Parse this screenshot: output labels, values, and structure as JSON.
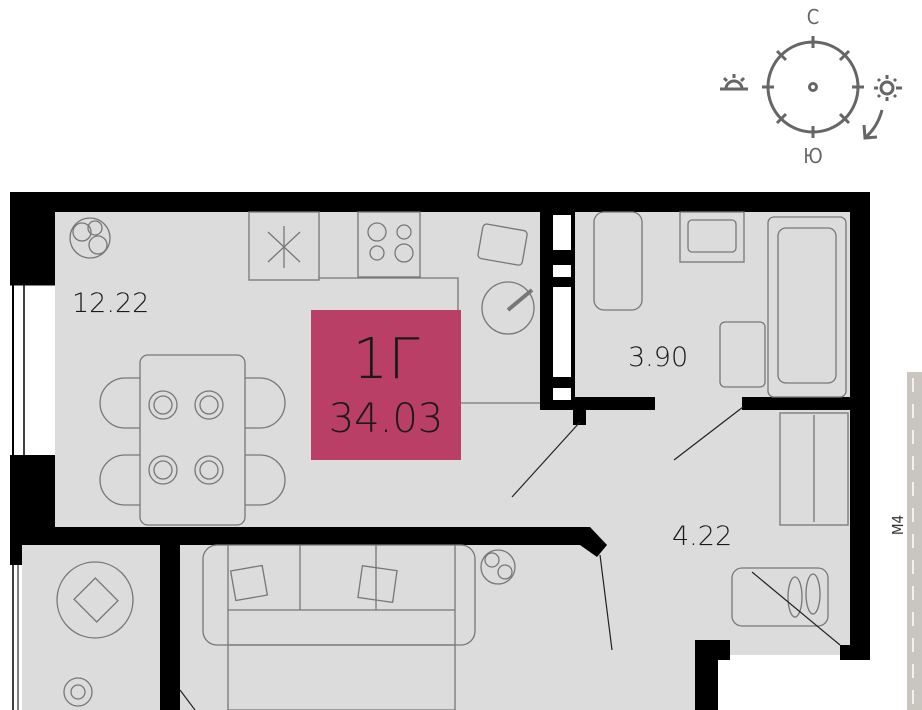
{
  "apartment": {
    "type": "1Г",
    "total_area": "34.03"
  },
  "rooms": [
    {
      "name": "kitchen-living",
      "area": "12.22"
    },
    {
      "name": "bathroom",
      "area": "3.90"
    },
    {
      "name": "hallway",
      "area": "4.22"
    }
  ],
  "compass": {
    "north": "С",
    "south": "Ю"
  },
  "road": {
    "label": "М4"
  },
  "colors": {
    "accent": "#b93f66",
    "floor": "#dcdcdc",
    "wall": "#000000",
    "road": "#c9c6bf"
  }
}
